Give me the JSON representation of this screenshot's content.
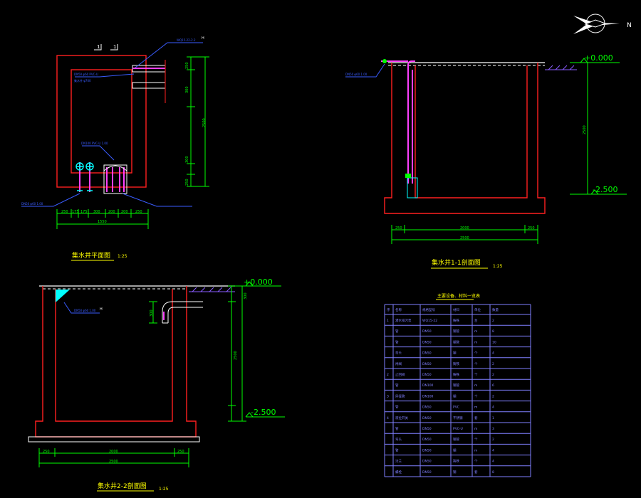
{
  "colors": {
    "background": "#000000",
    "wall": "#ff2020",
    "dim": "#00ff00",
    "pipe": "#ff40ff",
    "leader": "#3a5cff",
    "table": "#8080ff",
    "title": "#ffff00",
    "cyan": "#00ffff",
    "white": "#ffffff"
  },
  "compass": {
    "label": "N"
  },
  "plan": {
    "title": "集水井平面图",
    "scale": "1:25",
    "section_mark_left": "1",
    "section_mark_right": "1",
    "annotations": [
      "DN50 φ60 PVC-U",
      "集水井 φ700",
      "WQ15-22-2.2",
      "DN100 PVC-U 1.00",
      "DN50 φ60 1.00"
    ],
    "h_mark": "H",
    "vertical_dims": [
      "250",
      "300",
      "2500",
      "300",
      "250"
    ],
    "bottom_dims": [
      "250",
      "175",
      "175",
      "300",
      "200",
      "200",
      "250"
    ],
    "total_dim": "1550"
  },
  "section11": {
    "title": "集水井1-1剖面图",
    "scale": "1:25",
    "top_elev": "+0.000",
    "bottom_elev": "-2.500",
    "side_dim": "2500",
    "annotation": "DN50 φ60 1.00",
    "bottom_dims": [
      "250",
      "2000",
      "250"
    ],
    "total_dim": "2500"
  },
  "section22": {
    "title": "集水井2-2剖面图",
    "scale": "1:25",
    "top_elev": "+0.000",
    "bottom_elev": "-2.500",
    "side_dims": [
      "300",
      "2500",
      "300"
    ],
    "annotation": "DN50 φ60 1.00",
    "h_mark": "H",
    "bottom_dims": [
      "250",
      "2000",
      "250"
    ],
    "total_dim": "2500"
  },
  "table": {
    "title": "主要设备、材料一览表",
    "headers": [
      "序",
      "名称",
      "规格型号",
      "材料",
      "单位",
      "数量"
    ],
    "rows": [
      [
        "1",
        "潜水排污泵",
        "WQ15-22",
        "铸铁",
        "台",
        "2"
      ],
      [
        "",
        "管",
        "DN50",
        "钢管",
        "m",
        "8"
      ],
      [
        "",
        "管",
        "DN50",
        "钢管",
        "m",
        "10"
      ],
      [
        "",
        "弯头",
        "DN50",
        "钢",
        "个",
        "4"
      ],
      [
        "",
        "闸阀",
        "DN50",
        "铸铁",
        "个",
        "2"
      ],
      [
        "2",
        "止回阀",
        "DN50",
        "铸铁",
        "个",
        "2"
      ],
      [
        "",
        "管",
        "DN100",
        "钢管",
        "m",
        "6"
      ],
      [
        "3",
        "异径管",
        "DN100",
        "钢",
        "个",
        "2"
      ],
      [
        "",
        "管",
        "DN50",
        "PVC",
        "m",
        "4"
      ],
      [
        "4",
        "液位开关",
        "DN50",
        "不锈钢",
        "套",
        "1"
      ],
      [
        "",
        "管",
        "DN50",
        "PVC-U",
        "m",
        "3"
      ],
      [
        "",
        "弯头",
        "DN50",
        "钢管",
        "个",
        "2"
      ],
      [
        "",
        "管",
        "DN50",
        "钢",
        "m",
        "4"
      ],
      [
        "",
        "法兰",
        "DN50",
        "铸铁",
        "个",
        "4"
      ],
      [
        "",
        "螺栓",
        "DN50",
        "钢",
        "套",
        "8"
      ]
    ]
  }
}
